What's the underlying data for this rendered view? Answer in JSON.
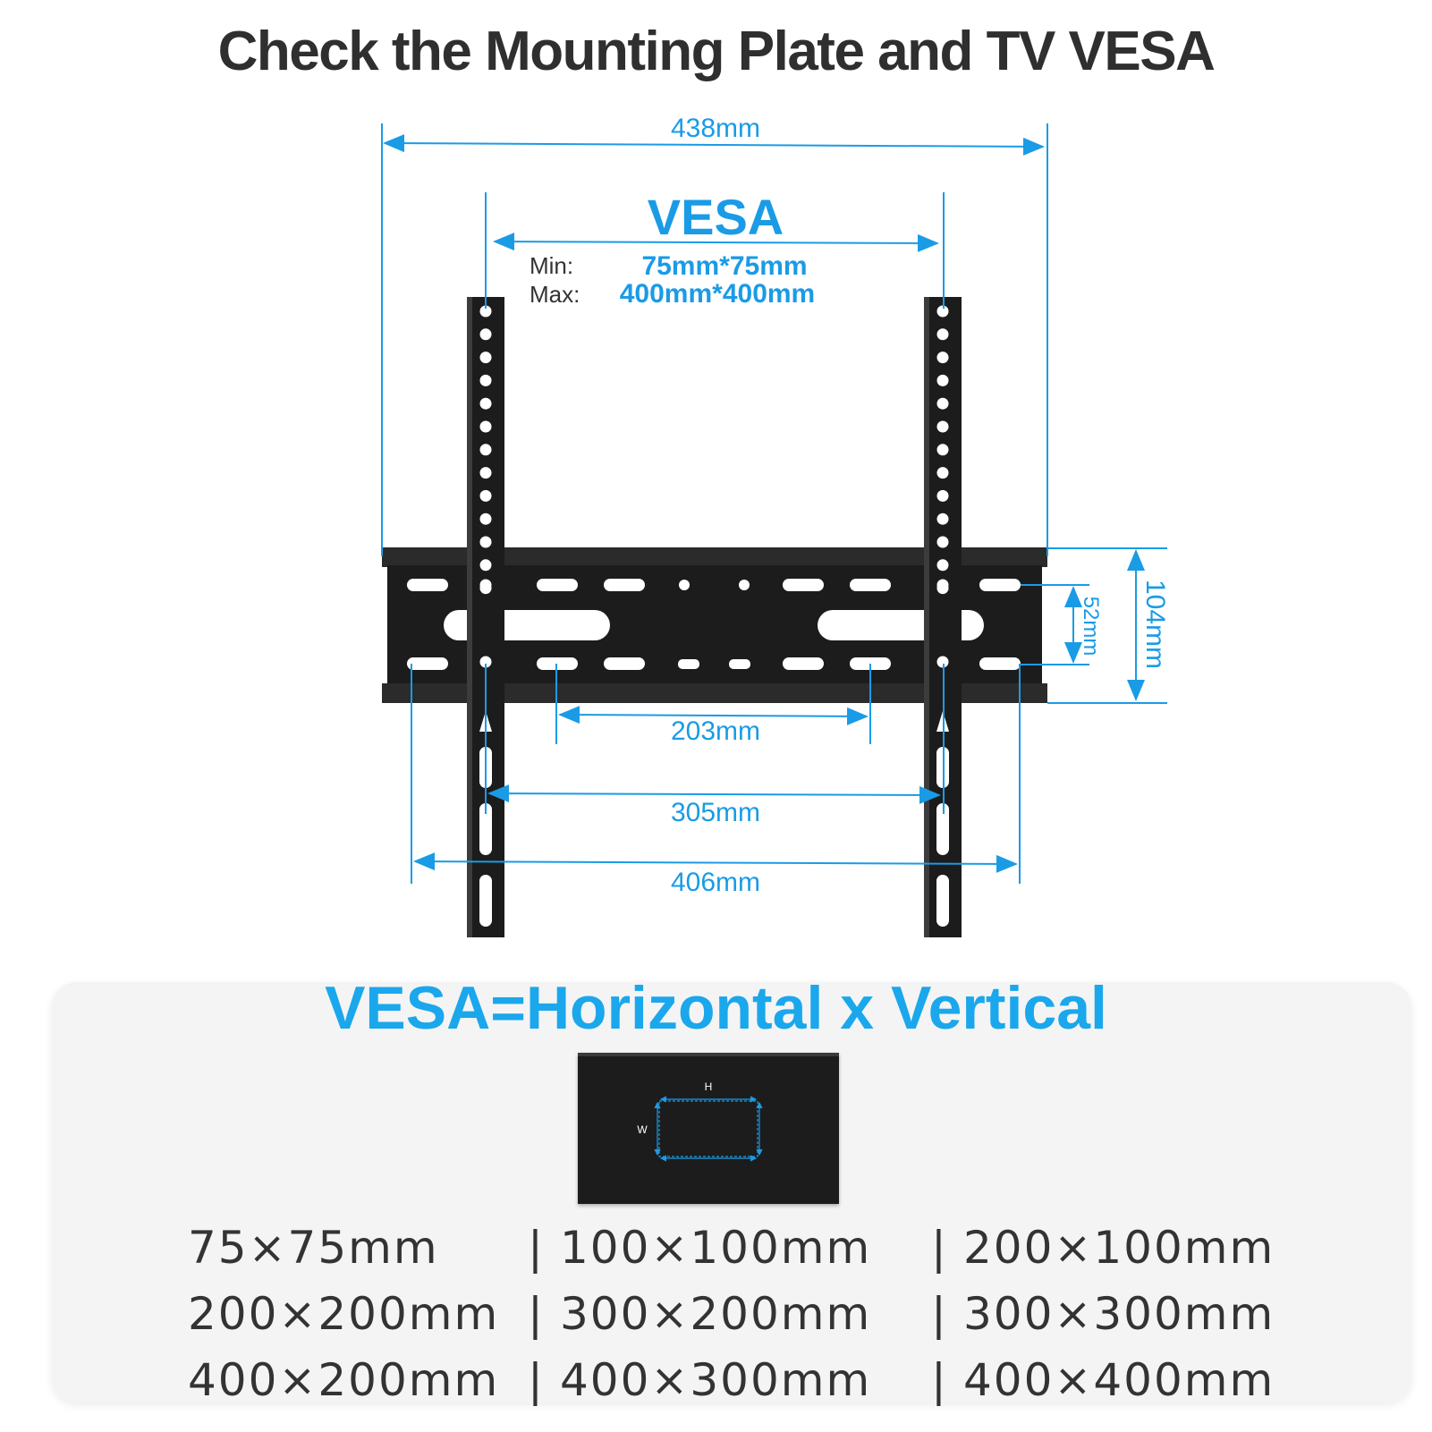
{
  "title": "Check the Mounting Plate and TV VESA",
  "dims": {
    "overall_width": "438mm",
    "height_104": "104mm",
    "height_52": "52mm",
    "w203": "203mm",
    "w305": "305mm",
    "w406": "406mm"
  },
  "vesa": {
    "heading": "VESA",
    "min_label": "Min:",
    "min_value": "75mm*75mm",
    "max_label": "Max:",
    "max_value": "400mm*400mm"
  },
  "formula": "VESA=Horizontal x Vertical",
  "tv_labels": {
    "h": "H",
    "w": "W"
  },
  "sizes": [
    [
      "75×75mm",
      "100×100mm",
      "200×100mm"
    ],
    [
      "200×200mm",
      "300×200mm",
      "300×300mm"
    ],
    [
      "400×200mm",
      "400×300mm",
      "400×400mm"
    ]
  ],
  "separator": "|",
  "colors": {
    "accent": "#1a9be6",
    "bracket": "#1c1c1c",
    "title": "#2f2f2f"
  }
}
